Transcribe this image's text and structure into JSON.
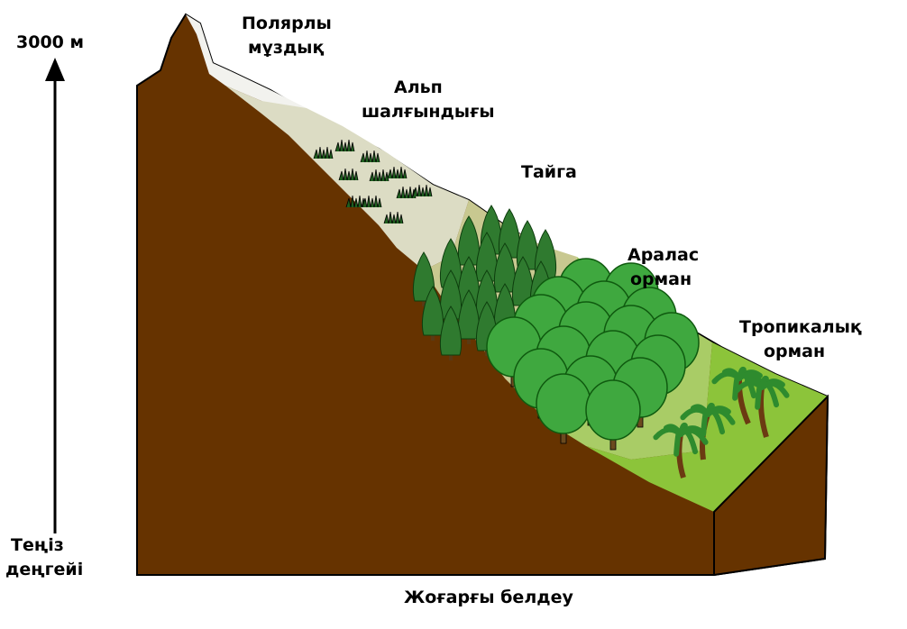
{
  "axis": {
    "top_label": "3000 м",
    "bottom_label_line1": "Теңіз",
    "bottom_label_line2": "деңгейі"
  },
  "zones": [
    {
      "line1": "Полярлы",
      "line2": "мұздық",
      "color": "#f2f2ee"
    },
    {
      "line1": "Альп",
      "line2": "шалғындығы",
      "color": "#dcdcc4"
    },
    {
      "line1": "Тайга",
      "line2": "",
      "color": "#c8c890"
    },
    {
      "line1": "Аралас",
      "line2": "орман",
      "color": "#a9cc66"
    },
    {
      "line1": "Тропикалық",
      "line2": "орман",
      "color": "#8cc43a"
    }
  ],
  "caption": "Жоғарғы белдеу",
  "colors": {
    "rock": "#663300",
    "rock_outline": "#000000",
    "conifer": "#2f7a2f",
    "deciduous": "#3fa83f",
    "palm": "#2e8b2e",
    "grass": "#1f5e1f"
  }
}
